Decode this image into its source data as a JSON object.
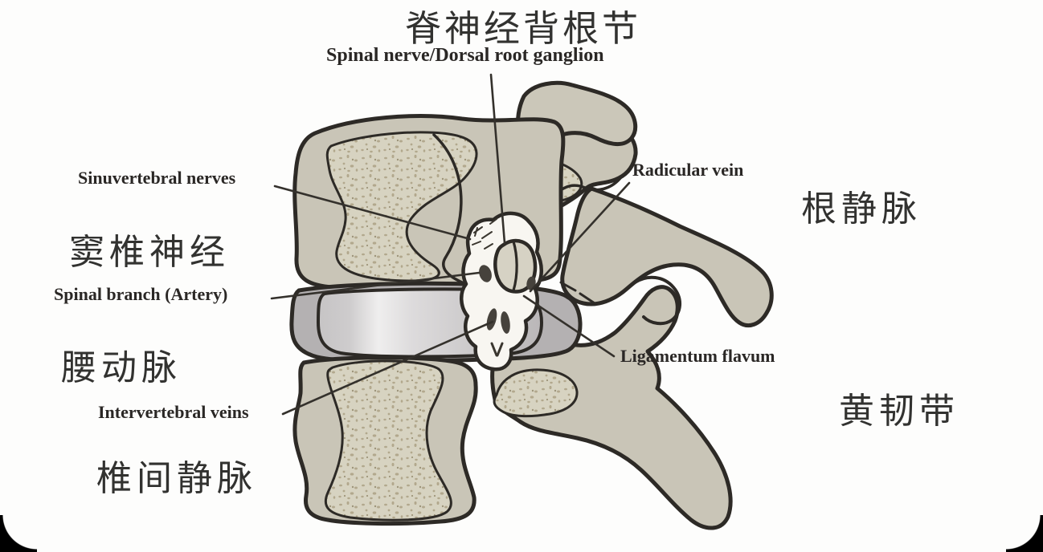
{
  "labels": {
    "title_cn": "脊神经背根节",
    "title_en": "Spinal nerve/Dorsal root ganglion",
    "sinuvertebral_nerves_en": "Sinuvertebral nerves",
    "sinuvertebral_nerves_cn": "窦椎神经",
    "spinal_branch_artery_en": "Spinal branch (Artery)",
    "lumbar_artery_cn": "腰动脉",
    "intervertebral_veins_en": "Intervertebral veins",
    "intervertebral_veins_cn": "椎间静脉",
    "radicular_vein_en": "Radicular vein",
    "radicular_vein_cn": "根静脉",
    "ligamentum_flavum_en": "Ligamentum flavum",
    "ligamentum_flavum_cn": "黄韧带"
  },
  "palette": {
    "background": "#fdfdfc",
    "corner_background": "#000000",
    "bone": "#cac6b8",
    "bone_speckle_base": "#d7d3c1",
    "speckle_dot": "#a59a7c",
    "disc_outer": "#b4b1b2",
    "disc_highlight": "#efeeee",
    "foramen": "#f8f6f1",
    "ganglion": "#d6d2c4",
    "vessel_blob": "#46423c",
    "outline": "#2d2a26",
    "label_text": "#2a2725"
  }
}
